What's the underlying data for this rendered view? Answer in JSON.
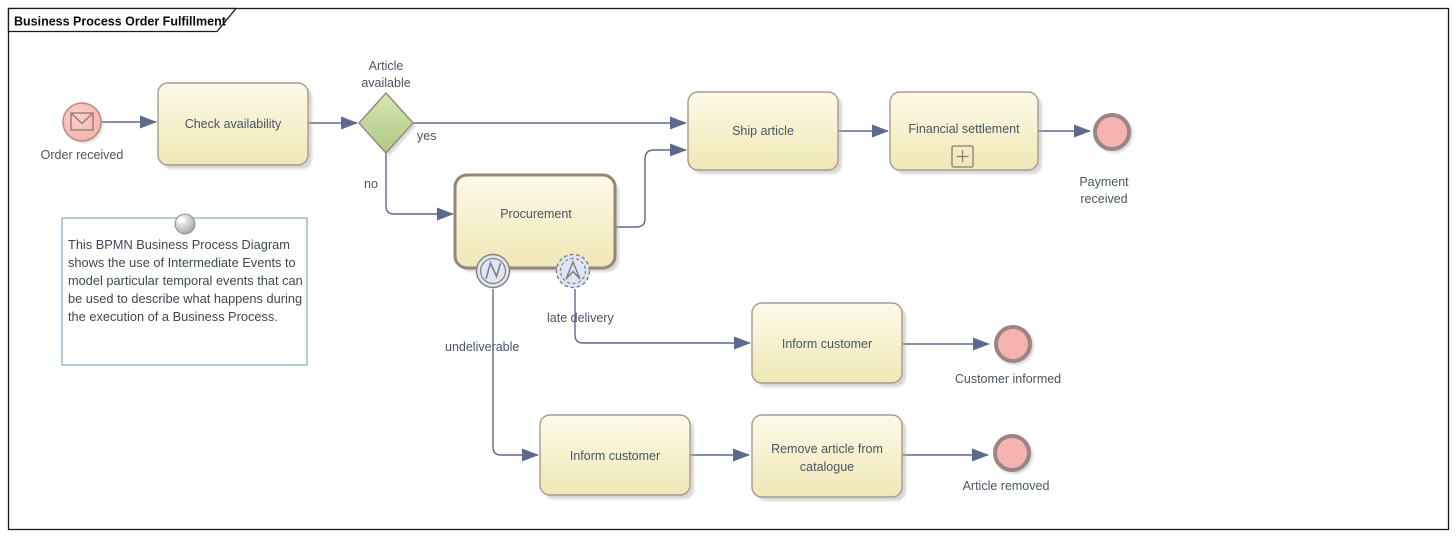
{
  "diagram_title": "Business Process Order Fulfillment",
  "events": {
    "start": {
      "label": "Order received",
      "icon": "envelope-message"
    },
    "payment_received": {
      "label_lines": [
        "Payment",
        "received"
      ]
    },
    "customer_informed": {
      "label": "Customer informed"
    },
    "article_removed": {
      "label": "Article removed"
    }
  },
  "tasks": {
    "check_availability": {
      "label": "Check availability"
    },
    "procurement": {
      "label": "Procurement"
    },
    "ship_article": {
      "label": "Ship article"
    },
    "financial_settlement": {
      "label": "Financial settlement",
      "marker": "subprocess-plus"
    },
    "inform_customer_late": {
      "label": "Inform customer"
    },
    "inform_customer_undeliverable": {
      "label": "Inform customer"
    },
    "remove_article": {
      "label_lines": [
        "Remove article from",
        "catalogue"
      ]
    }
  },
  "gateways": {
    "article_available": {
      "label_lines": [
        "Article",
        "available"
      ],
      "yes_label": "yes",
      "no_label": "no"
    }
  },
  "boundary_events": {
    "error": {
      "label": "undeliverable",
      "icon": "error-lightning"
    },
    "escalation": {
      "label": "late delivery",
      "icon": "escalation-arrow"
    }
  },
  "note": {
    "lines": [
      "This BPMN Business Process Diagram",
      "shows the use of Intermediate Events to",
      "model particular temporal events that can",
      "be used to describe what happens during",
      "the execution of a Business Process."
    ]
  },
  "colors": {
    "connector": "#5d6a8c",
    "task_fill": "#f7f1cd",
    "task_border": "#a89a8e",
    "event_pink": "#f6b1b1",
    "event_border": "#9b8481",
    "gateway_green": "#b9d38e",
    "boundary_blue": "#dce7f6",
    "note_border": "#7aa0b8"
  }
}
